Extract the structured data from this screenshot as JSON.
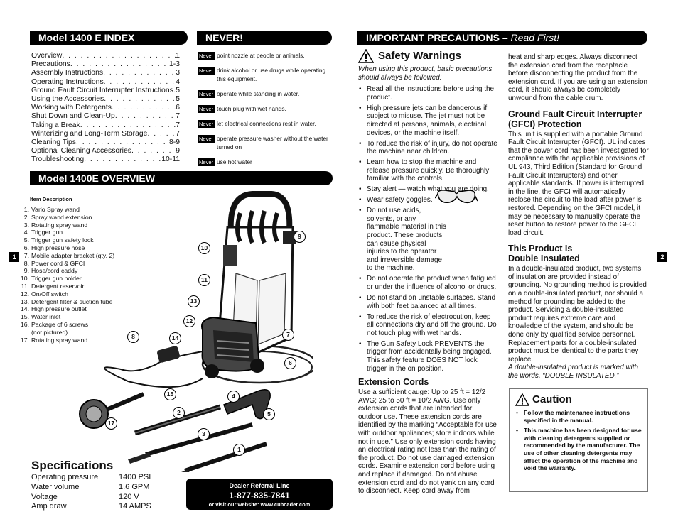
{
  "page_numbers": {
    "left": "1",
    "right": "2"
  },
  "index": {
    "header": "Model 1400 E  INDEX",
    "entries": [
      {
        "title": "Overview",
        "page": "1"
      },
      {
        "title": "Precautions",
        "page": "1-3"
      },
      {
        "title": "Assembly Instructions",
        "page": "3"
      },
      {
        "title": "Operating Instructions",
        "page": "4"
      },
      {
        "title": "Ground Fault Circuit Interrupter Instructions",
        "page": "5"
      },
      {
        "title": "Using the Accessories",
        "page": "5"
      },
      {
        "title": "Working with Detergents",
        "page": "6"
      },
      {
        "title": "Shut Down and Clean-Up",
        "page": "7"
      },
      {
        "title": "Taking a Break",
        "page": "7"
      },
      {
        "title": "Winterizing and Long-Term Storage",
        "page": "7"
      },
      {
        "title": "Cleaning Tips",
        "page": "8-9"
      },
      {
        "title": "Optional Cleaning Accessories",
        "page": "9"
      },
      {
        "title": "Troubleshooting",
        "page": "10-11"
      }
    ]
  },
  "never": {
    "header": "NEVER!",
    "tag": "Never",
    "items": [
      "point nozzle at people or animals.",
      "drink alcohol or use drugs while operating this equipment.",
      "operate while standing in water.",
      "touch plug with wet hands.",
      "let electrical connections rest in water.",
      "operate pressure washer without the water turned on",
      "use hot water"
    ]
  },
  "overview": {
    "header": "Model 1400E OVERVIEW",
    "item_header": "Item  Description",
    "items": [
      {
        "n": "1.",
        "d": "Vario Spray wand"
      },
      {
        "n": "2.",
        "d": "Spray wand extension"
      },
      {
        "n": "3.",
        "d": "Rotating spray wand"
      },
      {
        "n": "4.",
        "d": "Trigger gun"
      },
      {
        "n": "5.",
        "d": "Trigger gun safety lock"
      },
      {
        "n": "6.",
        "d": "High pressure hose"
      },
      {
        "n": "7.",
        "d": "Mobile adapter bracket (qty. 2)"
      },
      {
        "n": "8.",
        "d": "Power cord & GFCI"
      },
      {
        "n": "9.",
        "d": "Hose/cord caddy"
      },
      {
        "n": "10.",
        "d": "Trigger gun holder"
      },
      {
        "n": "11.",
        "d": "Detergent reservoir"
      },
      {
        "n": "12.",
        "d": "On/Off switch"
      },
      {
        "n": "13.",
        "d": "Detergent filter & suction tube"
      },
      {
        "n": "14.",
        "d": "High pressure outlet"
      },
      {
        "n": "15.",
        "d": "Water inlet"
      },
      {
        "n": "16.",
        "d": "Package of 6 screws"
      },
      {
        "n": "",
        "d": "(not pictured)"
      },
      {
        "n": "17.",
        "d": "Rotating spray wand"
      }
    ],
    "callouts": [
      "1",
      "2",
      "3",
      "4",
      "5",
      "6",
      "7",
      "8",
      "9",
      "10",
      "11",
      "12",
      "13",
      "14",
      "15",
      "17"
    ]
  },
  "specs": {
    "header": "Specifications",
    "rows": [
      {
        "label": "Operating pressure",
        "value": "1400 PSI"
      },
      {
        "label": "Water volume",
        "value": "1.6 GPM"
      },
      {
        "label": "Voltage",
        "value": "120 V"
      },
      {
        "label": "Amp draw",
        "value": "14 AMPS"
      }
    ]
  },
  "dealer": {
    "title": "Dealer Referral Line",
    "phone": "1-877-835-7841",
    "web": "or visit our website: www.cubcadet.com"
  },
  "precautions": {
    "header_main": "IMPORTANT PRECAUTIONS – ",
    "header_italic": "Read First!",
    "safety_title": "Safety Warnings",
    "safety_intro": "When using this product, basic precautions should always be followed:",
    "safety_bullets": [
      "Read all the instructions before using the product.",
      "High pressure jets can be dangerous if subject to misuse. The jet must not be directed at persons, animals, electrical devices, or the machine itself.",
      "To reduce the risk of injury, do not operate the machine near children.",
      "Learn how to stop the machine and release pressure quickly. Be thoroughly familiar with the controls.",
      "Stay alert — watch what you are doing.",
      "Wear safety goggles.",
      "Do not use acids, solvents, or any flammable material in this product. These products can cause physical injuries to the operator and irreversible damage to the machine.",
      "Do not operate the product when fatigued or under the influence of alcohol or drugs.",
      "Do not stand on unstable surfaces. Stand with both feet balanced at all times.",
      "To reduce the risk of electrocution, keep all connections dry and off the ground. Do not touch plug with wet hands.",
      "The Gun Safety Lock PREVENTS the trigger from accidentally being engaged. This safety feature DOES NOT lock trigger in the on position."
    ],
    "ext_title": "Extension Cords",
    "ext_text": "Use a sufficient gauge: Up to 25 ft = 12/2 AWG; 25 to 50 ft = 10/2 AWG. Use only extension cords that are intended for outdoor use. These extension cords are identified by the marking “Acceptable for use with outdoor appliances; store indoors while not in use.” Use only extension cords having an electrical rating not less than the rating of the product. Do not use damaged extension cords. Examine extension cord before using and replace if damaged. Do not abuse extension cord and do not yank on any cord to disconnect. Keep cord away from",
    "ext_cont": "heat and sharp edges. Always disconnect the extension cord from the receptacle before disconnecting the product from the extension cord. If you are using an extension cord, it should always be completely unwound from the cable drum.",
    "gfci_title": "Ground Fault Circuit Interrupter (GFCI) Protection",
    "gfci_text": "This unit is supplied with a portable Ground Fault Circuit Interrupter (GFCI). UL indicates that the power cord has been investigated for compliance with the applicable provisions of UL 943, Third Edition (Standard for Ground Fault Circuit Interrupters) and other applicable standards. If power is interrupted in the line, the GFCI will automatically reclose the circuit to the load after power is restored. Depending on the GFCI model, it may be necessary to manually operate the reset button to restore power to the GFCI load circuit.",
    "dbl_title": "This Product Is Double Insulated",
    "dbl_text": "In a double-insulated product, two systems of insulation are provided instead of grounding. No grounding method is provided on a double-insulated product, nor should a method for grounding be added to the product. Servicing a double-insulated product requires extreme care and knowledge of the system, and should be done only by qualified service personnel. Replacement parts for a double-insulated product must be identical to the parts they replace.",
    "dbl_italic": "A double-insulated product is marked with the words, “DOUBLE INSULATED.”",
    "caution_title": "Caution",
    "caution_bullets": [
      "Follow the maintenance instructions specified in the manual.",
      "This machine has been designed for use with cleaning detergents supplied or recommended by the manufacturer. The use of other cleaning detergents may affect the operation of the machine and void the warranty."
    ]
  }
}
